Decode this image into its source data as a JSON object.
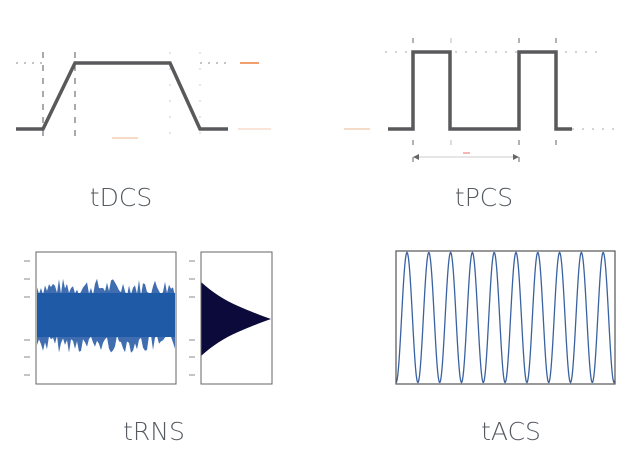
{
  "panels": [
    {
      "label": "tDCS"
    },
    {
      "label": "tPCS"
    },
    {
      "label": "tRNS"
    },
    {
      "label": "tACS"
    }
  ],
  "colors": {
    "waveform": "#58595b",
    "noise": "#1f5aa6",
    "distribution": "#0b0a3a",
    "sine": "#3a62a0",
    "accent": "#f0a070"
  }
}
